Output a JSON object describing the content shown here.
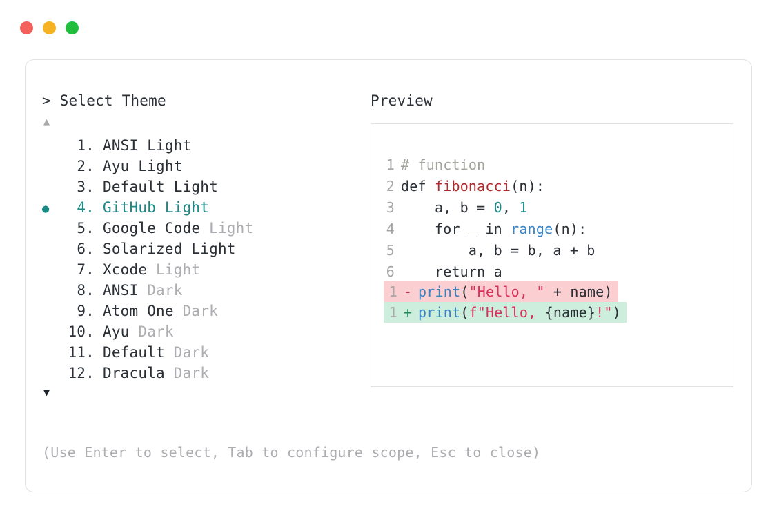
{
  "window": {
    "controls": [
      {
        "name": "close",
        "color": "#f4605c"
      },
      {
        "name": "minimize",
        "color": "#f5b323"
      },
      {
        "name": "maximize",
        "color": "#22bd3c"
      }
    ]
  },
  "accent_color": "#1a8a84",
  "muted_color": "#adadb1",
  "left_panel": {
    "prompt": "> Select Theme",
    "scroll_up": "▲",
    "scroll_down": "▼",
    "selected_index": 4,
    "bullet": "●",
    "items": [
      {
        "index": "1.",
        "name": "ANSI",
        "variant": " Light",
        "variant_muted": false,
        "selected": false
      },
      {
        "index": "2.",
        "name": "Ayu",
        "variant": " Light",
        "variant_muted": false,
        "selected": false
      },
      {
        "index": "3.",
        "name": "Default",
        "variant": " Light",
        "variant_muted": false,
        "selected": false
      },
      {
        "index": "4.",
        "name": "GitHub",
        "variant": " Light",
        "variant_muted": false,
        "selected": true
      },
      {
        "index": "5.",
        "name": "Google Code",
        "variant": " Light",
        "variant_muted": true,
        "selected": false
      },
      {
        "index": "6.",
        "name": "Solarized",
        "variant": " Light",
        "variant_muted": false,
        "selected": false
      },
      {
        "index": "7.",
        "name": "Xcode",
        "variant": " Light",
        "variant_muted": true,
        "selected": false
      },
      {
        "index": "8.",
        "name": "ANSI",
        "variant": " Dark",
        "variant_muted": true,
        "selected": false
      },
      {
        "index": "9.",
        "name": "Atom One",
        "variant": " Dark",
        "variant_muted": true,
        "selected": false
      },
      {
        "index": "10.",
        "name": "Ayu",
        "variant": " Dark",
        "variant_muted": true,
        "selected": false
      },
      {
        "index": "11.",
        "name": "Default",
        "variant": " Dark",
        "variant_muted": true,
        "selected": false
      },
      {
        "index": "12.",
        "name": "Dracula",
        "variant": " Dark",
        "variant_muted": true,
        "selected": false
      }
    ]
  },
  "right_panel": {
    "label": "Preview",
    "code_lines": [
      {
        "num": "1",
        "tokens": [
          {
            "t": "# function",
            "c": "tok-comment"
          }
        ]
      },
      {
        "num": "2",
        "tokens": [
          {
            "t": "def ",
            "c": "tok-plain"
          },
          {
            "t": "fibonacci",
            "c": "tok-func"
          },
          {
            "t": "(n):",
            "c": "tok-plain"
          }
        ]
      },
      {
        "num": "3",
        "tokens": [
          {
            "t": "    a, b = ",
            "c": "tok-plain"
          },
          {
            "t": "0",
            "c": "tok-num"
          },
          {
            "t": ", ",
            "c": "tok-plain"
          },
          {
            "t": "1",
            "c": "tok-num"
          }
        ]
      },
      {
        "num": "4",
        "tokens": [
          {
            "t": "    for _ in ",
            "c": "tok-plain"
          },
          {
            "t": "range",
            "c": "tok-builtin"
          },
          {
            "t": "(n):",
            "c": "tok-plain"
          }
        ]
      },
      {
        "num": "5",
        "tokens": [
          {
            "t": "        a, b = b, a + b",
            "c": "tok-plain"
          }
        ]
      },
      {
        "num": "6",
        "tokens": [
          {
            "t": "    return a",
            "c": "tok-plain"
          }
        ]
      }
    ],
    "diff_lines": [
      {
        "num": "1",
        "marker": "-",
        "kind": "removed",
        "tokens": [
          {
            "t": "print",
            "c": "tok-builtin"
          },
          {
            "t": "(",
            "c": "tok-plain"
          },
          {
            "t": "\"Hello, \"",
            "c": "tok-string"
          },
          {
            "t": " + name)",
            "c": "tok-plain"
          }
        ]
      },
      {
        "num": "1",
        "marker": "+",
        "kind": "added",
        "tokens": [
          {
            "t": "print",
            "c": "tok-builtin"
          },
          {
            "t": "(",
            "c": "tok-plain"
          },
          {
            "t": "f\"Hello, ",
            "c": "tok-string"
          },
          {
            "t": "{name}",
            "c": "tok-plain"
          },
          {
            "t": "!\"",
            "c": "tok-string"
          },
          {
            "t": ")",
            "c": "tok-plain"
          }
        ]
      }
    ]
  },
  "footer": {
    "hint": "(Use Enter to select, Tab to configure scope, Esc to close)"
  }
}
